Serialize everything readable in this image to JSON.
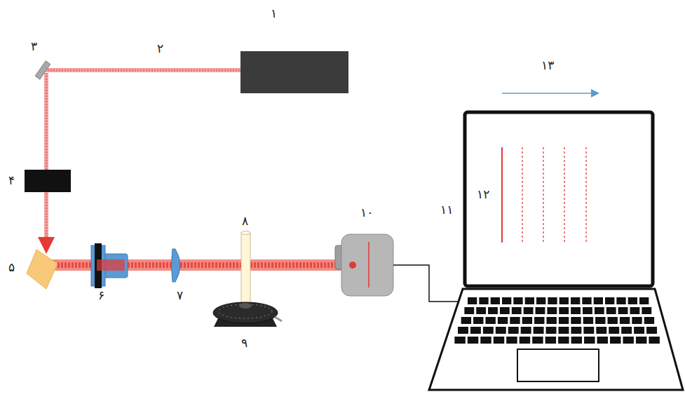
{
  "diagram": {
    "labels": [
      "۱",
      "۲",
      "۳",
      "۴",
      "۵",
      "۶",
      "۷",
      "۸",
      "۹",
      "۱۰",
      "۱۱",
      "۱۲",
      "۱۳"
    ]
  }
}
